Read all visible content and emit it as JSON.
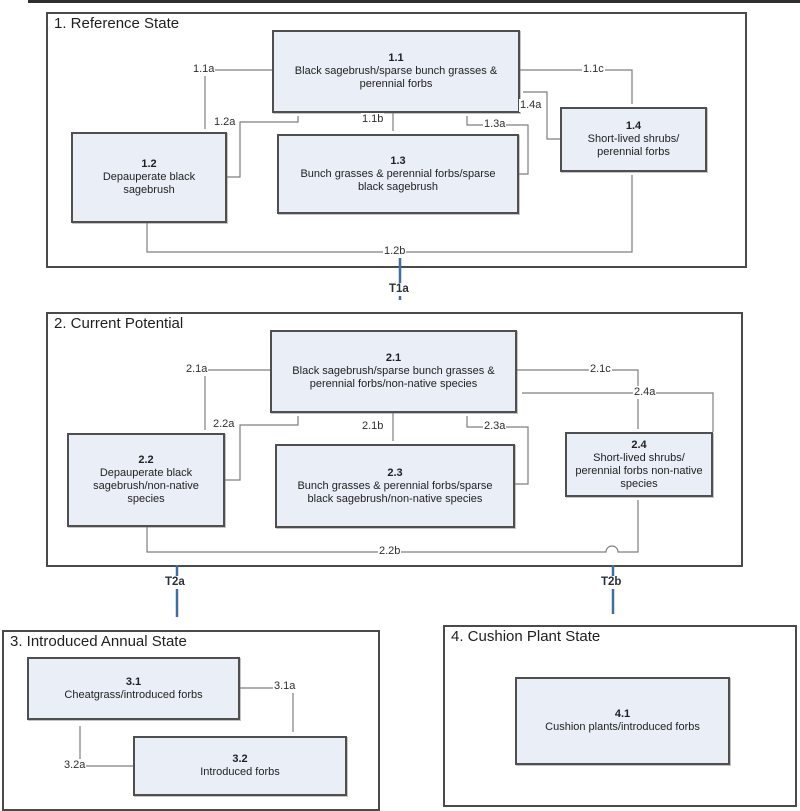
{
  "states": [
    {
      "id": "1",
      "title": "1. Reference State",
      "nodes": [
        {
          "code": "1.1",
          "lines": [
            "Black sagebrush/sparse bunch grasses &",
            "perennial forbs"
          ]
        },
        {
          "code": "1.2",
          "lines": [
            "Depauperate black",
            "sagebrush"
          ]
        },
        {
          "code": "1.3",
          "lines": [
            "Bunch grasses & perennial forbs/sparse",
            "black sagebrush"
          ]
        },
        {
          "code": "1.4",
          "lines": [
            "Short-lived shrubs/",
            "perennial forbs"
          ]
        }
      ]
    },
    {
      "id": "2",
      "title": "2. Current Potential",
      "nodes": [
        {
          "code": "2.1",
          "lines": [
            "Black sagebrush/sparse bunch grasses &",
            "perennial forbs/non-native species"
          ]
        },
        {
          "code": "2.2",
          "lines": [
            "Depauperate black",
            "sagebrush/non-native",
            "species"
          ]
        },
        {
          "code": "2.3",
          "lines": [
            "Bunch grasses & perennial forbs/sparse",
            "black sagebrush/non-native species"
          ]
        },
        {
          "code": "2.4",
          "lines": [
            "Short-lived shrubs/",
            "perennial forbs non-native",
            "species"
          ]
        }
      ]
    },
    {
      "id": "3",
      "title": "3. Introduced Annual State",
      "nodes": [
        {
          "code": "3.1",
          "lines": [
            "Cheatgrass/introduced forbs"
          ]
        },
        {
          "code": "3.2",
          "lines": [
            "Introduced forbs"
          ]
        }
      ]
    },
    {
      "id": "4",
      "title": "4. Cushion Plant State",
      "nodes": [
        {
          "code": "4.1",
          "lines": [
            "Cushion plants/introduced forbs"
          ]
        }
      ]
    }
  ],
  "pathway_labels": {
    "p11a": "1.1a",
    "p12a": "1.2a",
    "p11b": "1.1b",
    "p13a": "1.3a",
    "p11c": "1.1c",
    "p14a": "1.4a",
    "p12b": "1.2b",
    "p21a": "2.1a",
    "p22a": "2.2a",
    "p21b": "2.1b",
    "p23a": "2.3a",
    "p21c": "2.1c",
    "p24a": "2.4a",
    "p22b": "2.2b",
    "p31a": "3.1a",
    "p32a": "3.2a"
  },
  "transition_labels": {
    "t1a": "T1a",
    "t2a": "T2a",
    "t2b": "T2b"
  },
  "colors": {
    "node_fill": "#e9eef7",
    "node_border": "#4f4f4f",
    "state_border": "#4a4a4a",
    "connector_gray": "#7f7f7f",
    "arrow_blue": "#4472a8",
    "transition_blue": "#3e6ea5"
  }
}
